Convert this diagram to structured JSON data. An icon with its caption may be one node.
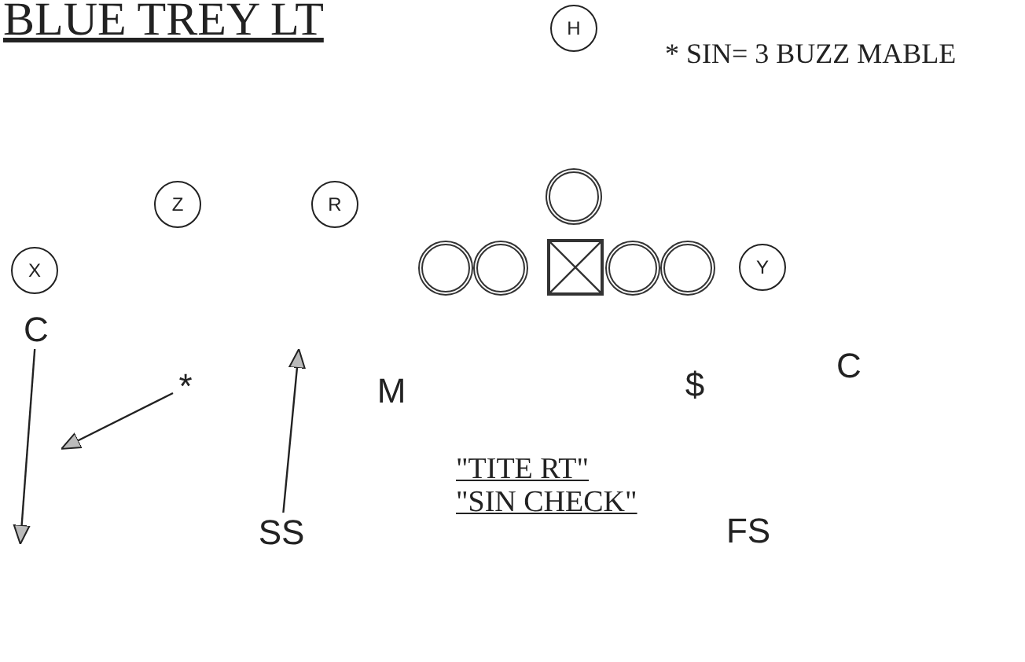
{
  "diagram": {
    "title": "BLUE TREY LT",
    "nodes": [
      {
        "text": [
          "H"
        ]
      },
      {
        "text": [
          "Z"
        ]
      },
      {
        "text": [
          "R"
        ]
      },
      {
        "text": [],
        "shape": "circle"
      },
      {
        "text": [
          "X"
        ]
      },
      {
        "text": [],
        "shape": "circle"
      },
      {
        "text": [],
        "shape": "circle"
      },
      {
        "text": [],
        "shape": "box"
      },
      {
        "text": [],
        "shape": "circle"
      },
      {
        "text": [],
        "shape": "circle"
      },
      {
        "text": [
          "Y"
        ]
      },
      {
        "text": [
          "C"
        ]
      },
      {
        "text": [
          "*"
        ]
      },
      {
        "text": [
          "M"
        ]
      },
      {
        "text": [
          "$"
        ]
      },
      {
        "text": [
          "C"
        ]
      },
      {
        "text": [
          "SS"
        ]
      },
      {
        "text": [
          "FS"
        ]
      }
    ],
    "edges": [
      {
        "from": 11,
        "to": null,
        "arrow": "to"
      },
      {
        "from": 12,
        "to": null,
        "arrow": "to"
      },
      {
        "from": 16,
        "to": null,
        "arrow": "to"
      }
    ],
    "labels": [
      "* SIN= 3 BUZZ MABLE",
      "\"TITE RT\"",
      "\"SIN CHECK\""
    ]
  }
}
